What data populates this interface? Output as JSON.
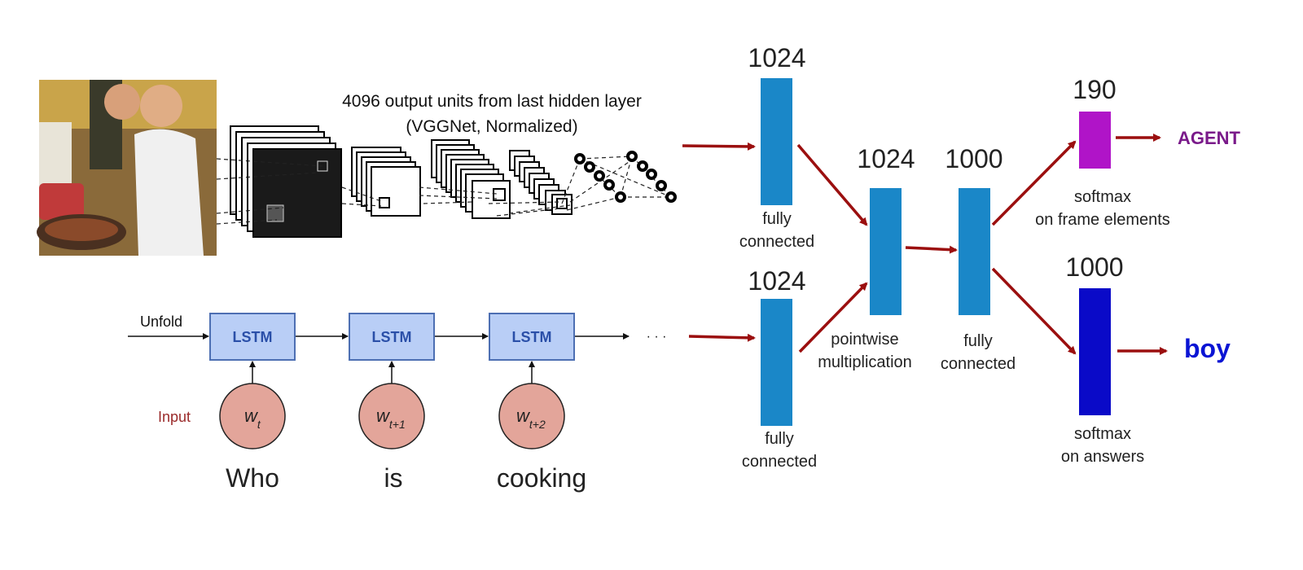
{
  "cnn": {
    "caption_line1": "4096 output  units from last hidden layer",
    "caption_line2": "(VGGNet, Normalized)"
  },
  "lstm": {
    "unfold_label": "Unfold",
    "input_label": "Input",
    "cell_label": "LSTM",
    "ellipsis": "· · ·",
    "inputs": [
      {
        "w": "w",
        "sub": "t",
        "word": "Who"
      },
      {
        "w": "w",
        "sub": "t+1",
        "word": "is"
      },
      {
        "w": "w",
        "sub": "t+2",
        "word": "cooking"
      }
    ]
  },
  "layers": {
    "fc_image": {
      "size": "1024",
      "label_line1": "fully",
      "label_line2": "connected"
    },
    "fc_question": {
      "size": "1024",
      "label_line1": "fully",
      "label_line2": "connected"
    },
    "pointwise": {
      "size": "1024",
      "label_line1": "pointwise",
      "label_line2": "multiplication"
    },
    "fc_joint": {
      "size": "1000",
      "label_line1": "fully",
      "label_line2": "connected"
    },
    "softmax_frame": {
      "size": "190",
      "label_line1": "softmax",
      "label_line2": "on frame elements",
      "output": "AGENT"
    },
    "softmax_answer": {
      "size": "1000",
      "label_line1": "softmax",
      "label_line2": "on answers",
      "output": "boy"
    }
  },
  "colors": {
    "layer_blue": "#1a87c8",
    "frame_purple": "#b014c8",
    "answer_blue": "#0a0ac8",
    "arrow_red": "#9b0f0f",
    "agent_text": "#7a1a8a",
    "boy_text": "#0a14d4",
    "lstm_fill": "#b9cef6",
    "lstm_border": "#4d6fb3",
    "lstm_text": "#2a4fa8",
    "input_fill": "#e3a59a",
    "input_text": "#9a2a2a"
  }
}
